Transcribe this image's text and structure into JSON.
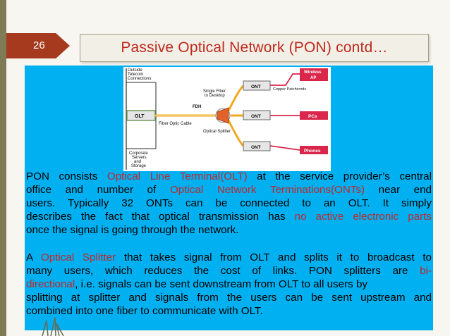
{
  "slide": {
    "number": "26",
    "title": "Passive Optical Network (PON) contd…"
  },
  "diagram": {
    "outside_telecom": [
      "Outside",
      "Telecom",
      "Connections"
    ],
    "corporate": [
      "Corporate",
      "Servers",
      "and",
      "Storage"
    ],
    "olt": "OLT",
    "fiber_optic_cable": "Fiber Optic Cable",
    "fdh": "FDH",
    "single_fiber": [
      "Single Fiber",
      "to Desktop"
    ],
    "optical_splitter": "Optical Splitter",
    "ont": [
      "ONT",
      "ONT",
      "ONT"
    ],
    "copper_patchcords": "Copper Patchcords",
    "wireless_ap": [
      "Wireless",
      "AP"
    ],
    "pcs": "PCs",
    "phones": "Phones",
    "colors": {
      "fiber": "#f0a81e",
      "box": "#e8e8e8",
      "device": "#d9264a",
      "splitter": "#e1632a"
    }
  },
  "paragraph1": {
    "l1": {
      "a": "PON consists ",
      "b": "Optical Line Terminal(OLT)",
      "c": " at the service provider’s central"
    },
    "l2": {
      "a": "office and number of ",
      "b": "Optical Network Terminations(ONTs)",
      "c": " near end"
    },
    "l3": "users. Typically 32 ONTs can be connected to an OLT. It simply",
    "l4": {
      "a": "describes the fact that optical transmission has ",
      "b": "no active electronic parts"
    },
    "l5": "once the signal is going through the network."
  },
  "paragraph2": {
    "l1": {
      "a": "A ",
      "b": "Optical Splitter",
      "c": " that takes signal from OLT and splits it to broadcast to"
    },
    "l2": {
      "a": "many users, which reduces the cost of links. PON splitters are ",
      "b": "bi-"
    },
    "l3": {
      "b": "directional",
      "c": ", i.e. signals can be sent downstream from OLT to all users by"
    },
    "l4": "splitting at splitter and signals from the users can be sent upstream and",
    "l5": "combined into one fiber to communicate with OLT."
  },
  "theme": {
    "accent": "#c0281e",
    "panel": "#00b0f0",
    "number_badge": "#a63a1e"
  }
}
